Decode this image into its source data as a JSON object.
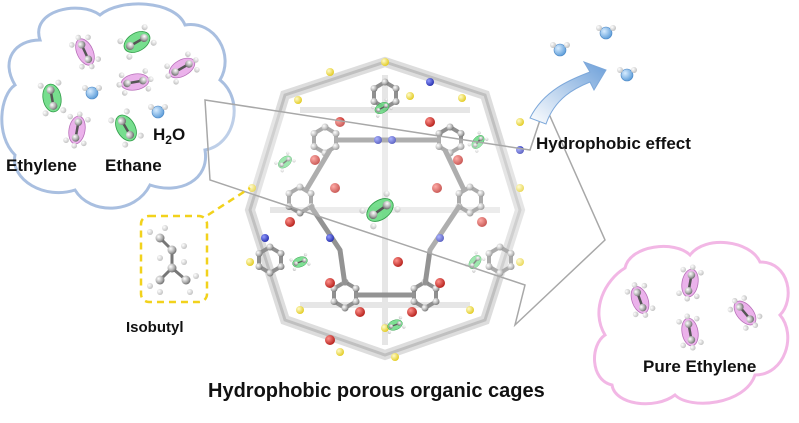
{
  "labels": {
    "ethylene": "Ethylene",
    "ethane": "Ethane",
    "h2o_main": "H",
    "h2o_sub": "2",
    "h2o_tail": "O",
    "hydrophobic_effect": "Hydrophobic effect",
    "isobutyl": "Isobutyl",
    "pure_ethylene": "Pure Ethylene",
    "title": "Hydrophobic porous organic cages"
  },
  "colors": {
    "ethane_fill": "#e7a5e8",
    "ethylene_fill": "#5fd87a",
    "water_fill": "#7fb8ea",
    "left_cloud_stroke": "#a9bfe0",
    "right_cloud_stroke": "#f2b7e5",
    "isobutyl_box": "#f2d21c",
    "arrow_stroke": "#a8a8a8",
    "curved_arrow": "#5c8fd0",
    "cage_carbon": "#8e8e8e",
    "cage_oxygen": "#d9201b",
    "cage_nitrogen": "#2233cc",
    "cage_sulfur": "#f2e02c"
  }
}
